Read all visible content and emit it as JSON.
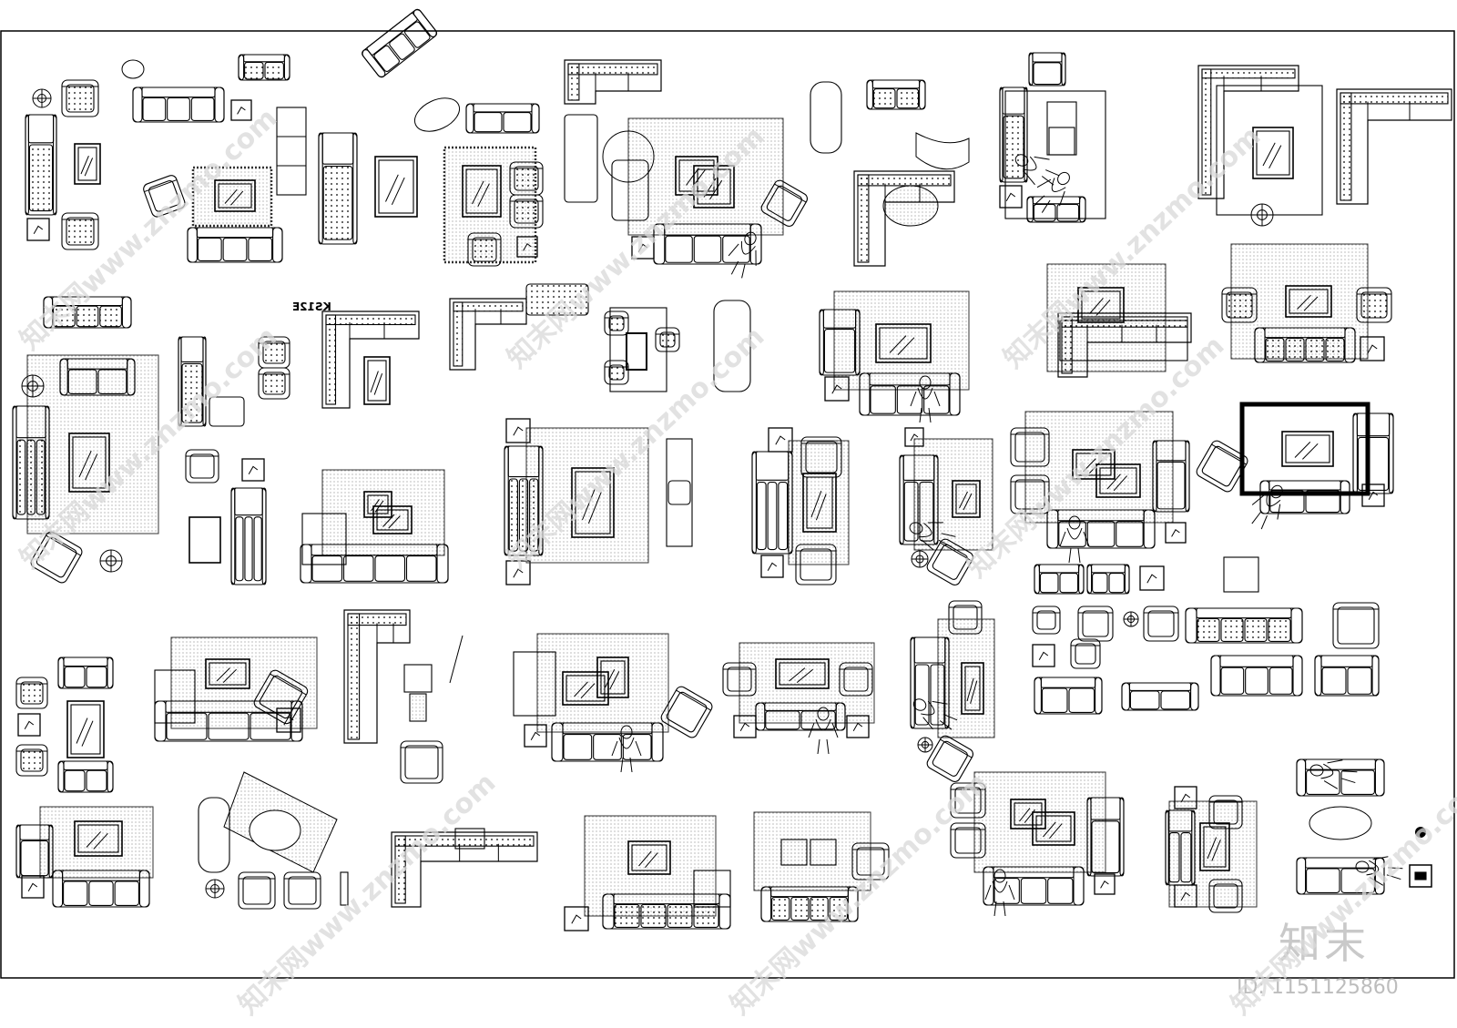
{
  "drawing": {
    "id_text": "ID: 1151125860",
    "brand_text": "知末",
    "watermark_text": "知末网www.znzmo.com",
    "mirrored_label": "KS12E"
  },
  "colors": {
    "line": "#000000",
    "paper": "#ffffff",
    "watermark": "#d0d0d0",
    "rug_fill": "#eeeeee"
  },
  "icon_names": [
    "sofa-icon",
    "armchair-icon",
    "coffee-table-icon",
    "rug-icon",
    "lamp-icon",
    "person-icon",
    "sectional-sofa-icon"
  ]
}
